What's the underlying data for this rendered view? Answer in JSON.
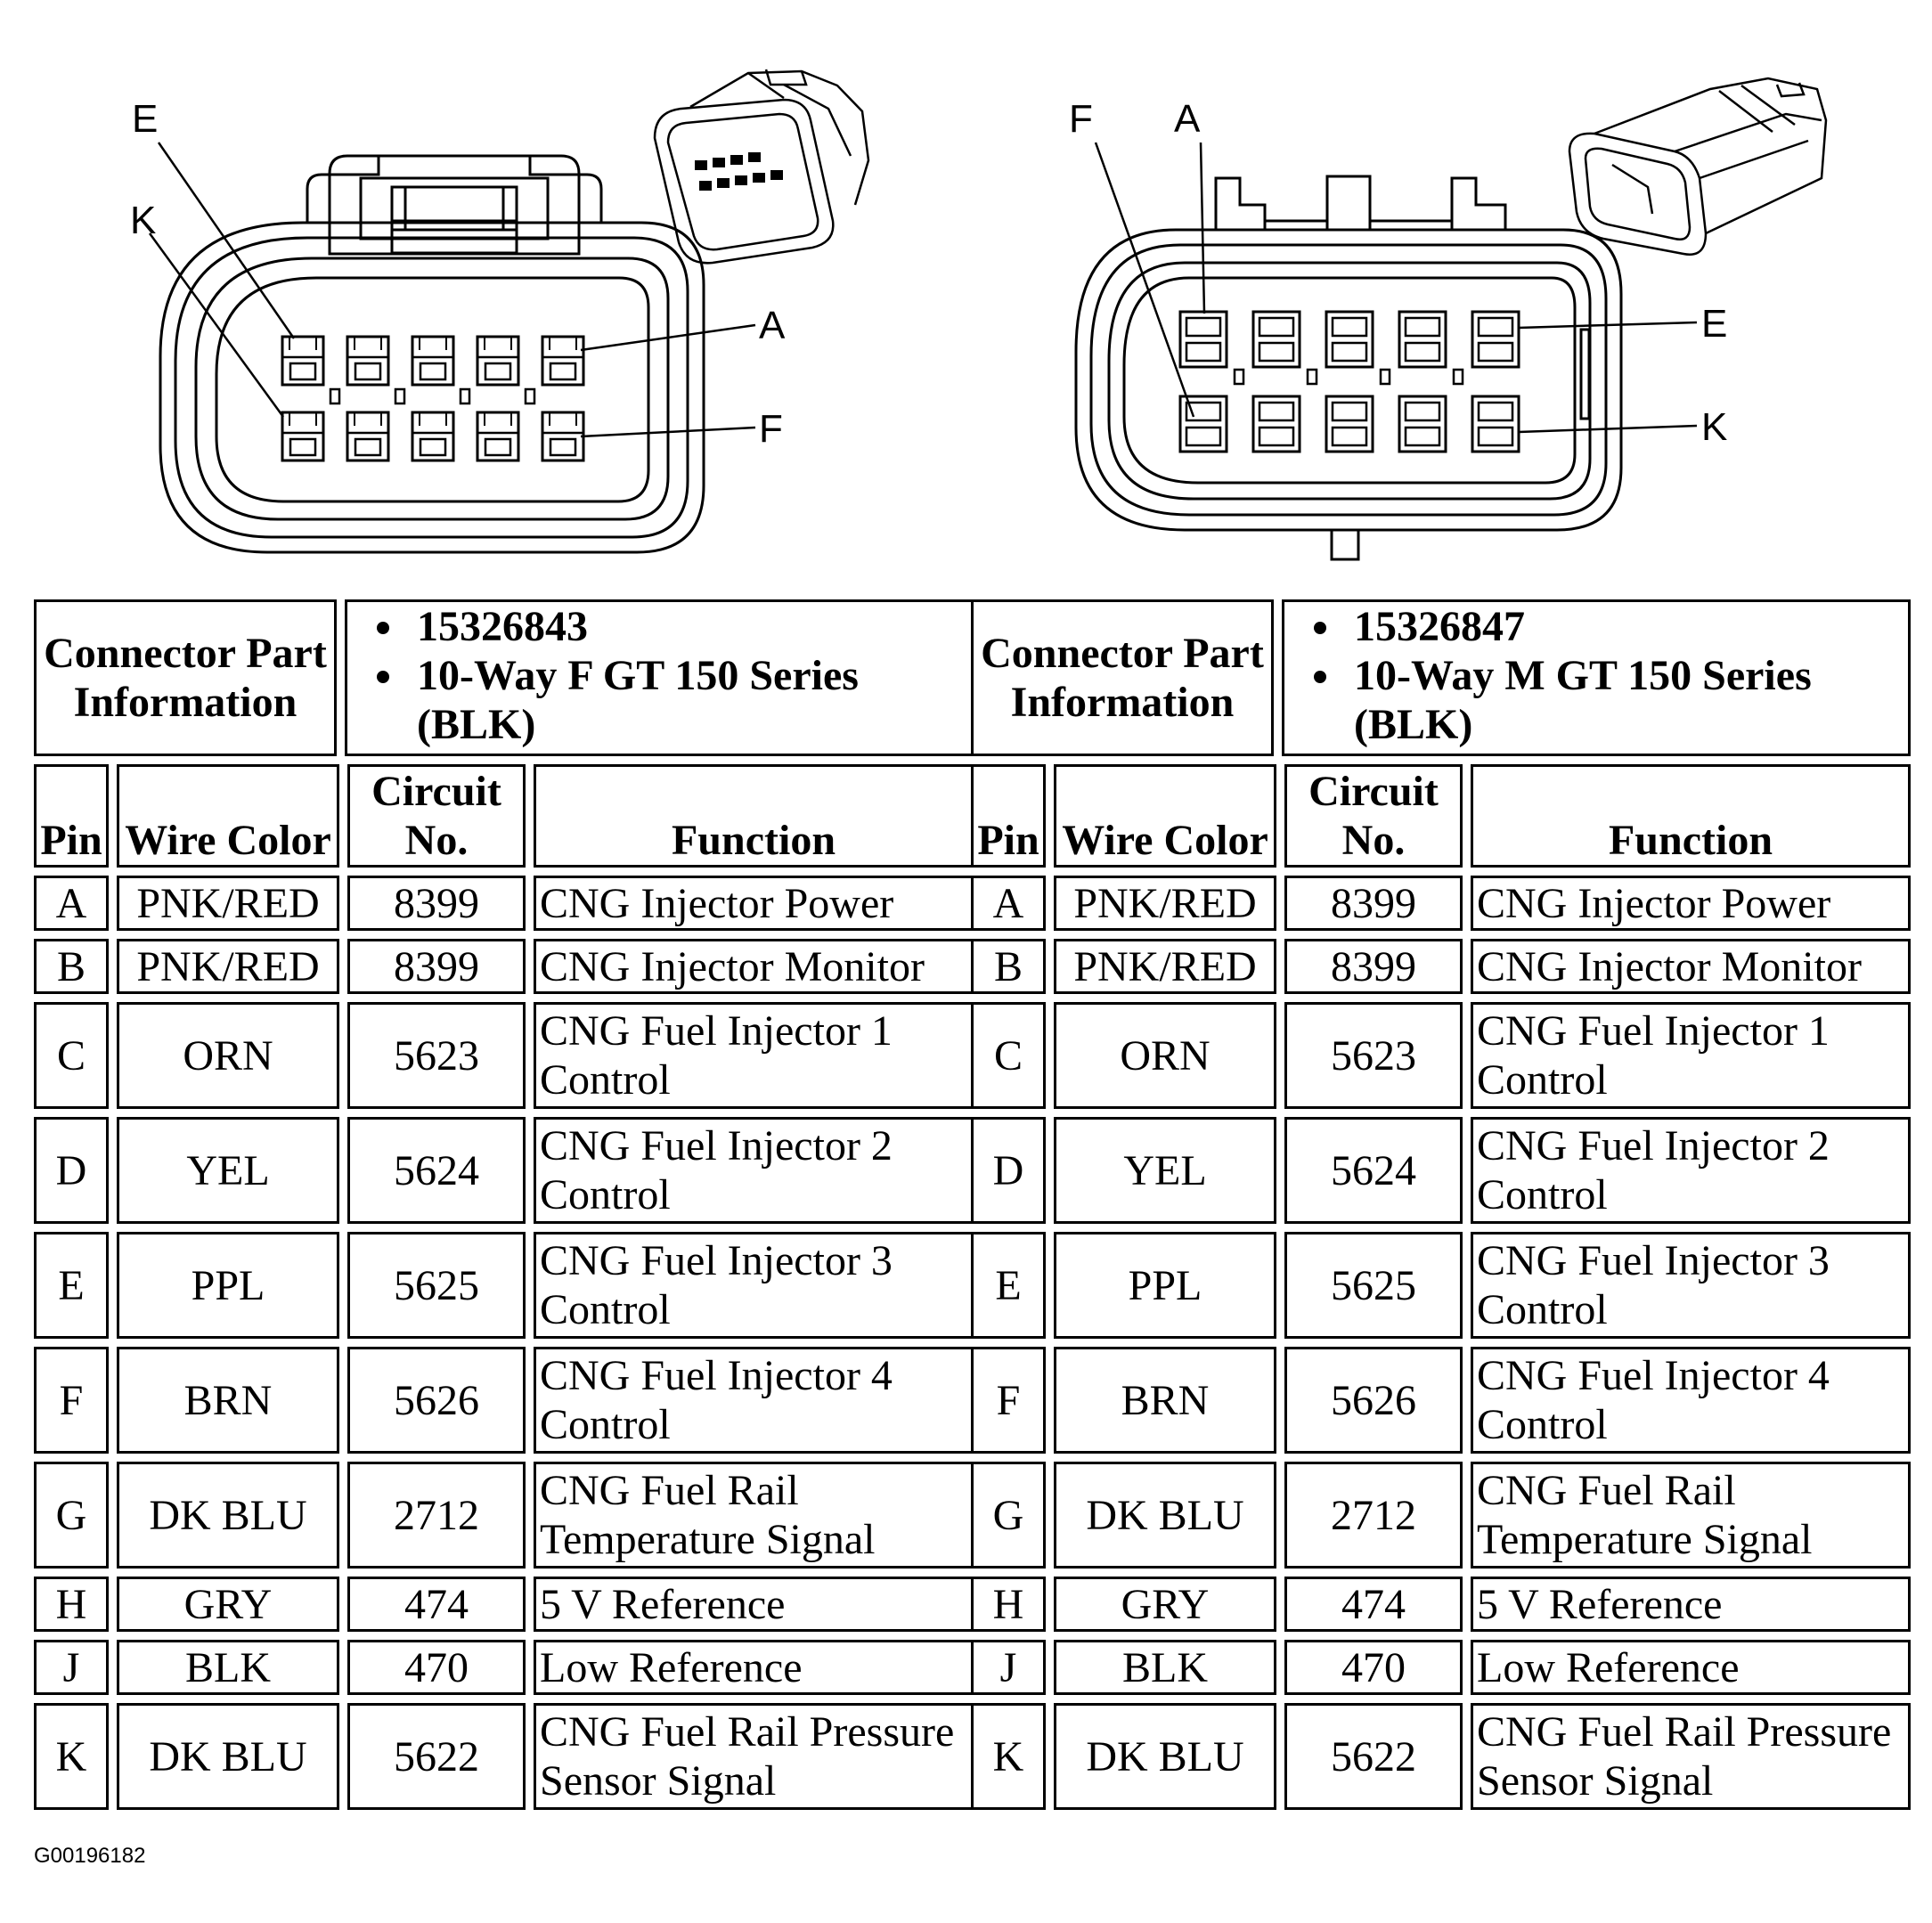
{
  "pin_labels": {
    "left_connector": [
      "E",
      "K",
      "A",
      "F"
    ],
    "right_connector": [
      "F",
      "A",
      "E",
      "K"
    ]
  },
  "connectors": [
    {
      "info_label": "Connector Part Information",
      "part_number": "15326843",
      "description": "10-Way F GT 150 Series (BLK)"
    },
    {
      "info_label": "Connector Part Information",
      "part_number": "15326847",
      "description": "10-Way M GT 150 Series (BLK)"
    }
  ],
  "headers": {
    "pin": "Pin",
    "wire_color": "Wire Color",
    "circuit_no": "Circuit No.",
    "function": "Function"
  },
  "rows": [
    {
      "pin": "A",
      "color": "PNK/RED",
      "circuit": "8399",
      "function": "CNG Injector Power"
    },
    {
      "pin": "B",
      "color": "PNK/RED",
      "circuit": "8399",
      "function": "CNG Injector Monitor"
    },
    {
      "pin": "C",
      "color": "ORN",
      "circuit": "5623",
      "function": "CNG Fuel Injector 1 Control"
    },
    {
      "pin": "D",
      "color": "YEL",
      "circuit": "5624",
      "function": "CNG Fuel Injector 2 Control"
    },
    {
      "pin": "E",
      "color": "PPL",
      "circuit": "5625",
      "function": "CNG Fuel Injector 3 Control"
    },
    {
      "pin": "F",
      "color": "BRN",
      "circuit": "5626",
      "function": "CNG Fuel Injector 4 Control"
    },
    {
      "pin": "G",
      "color": "DK BLU",
      "circuit": "2712",
      "function": "CNG Fuel Rail Temperature Signal"
    },
    {
      "pin": "H",
      "color": "GRY",
      "circuit": "474",
      "function": "5 V Reference"
    },
    {
      "pin": "J",
      "color": "BLK",
      "circuit": "470",
      "function": "Low Reference"
    },
    {
      "pin": "K",
      "color": "DK BLU",
      "circuit": "5622",
      "function": "CNG Fuel Rail Pressure Sensor Signal"
    }
  ],
  "figure_id": "G00196182"
}
